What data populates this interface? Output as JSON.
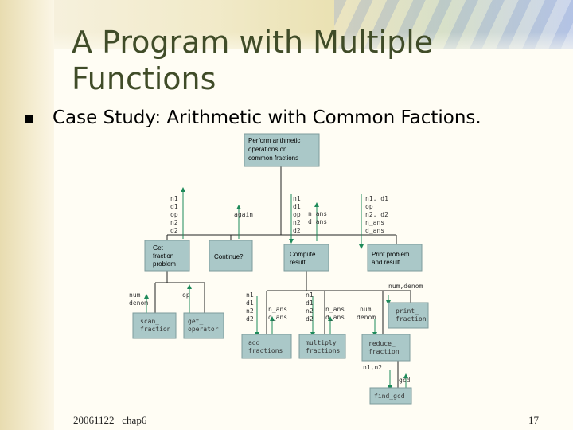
{
  "slide": {
    "title": "A Program with Multiple Functions",
    "bullet": "Case Study: Arithmetic with Common Factions.",
    "footer_date": "20061122",
    "footer_chap": "chap6",
    "page_number": "17"
  },
  "diagram": {
    "nodes": {
      "root": [
        "Perform arithmetic",
        "operations on",
        "common fractions"
      ],
      "get_fraction": [
        "Get",
        "fraction",
        "problem"
      ],
      "continue": [
        "Continue?"
      ],
      "compute": [
        "Compute",
        "result"
      ],
      "print_problem": [
        "Print problem",
        "and result"
      ],
      "scan_fraction": [
        "scan_",
        "fraction"
      ],
      "get_operator": [
        "get_",
        "operator"
      ],
      "add_fractions": [
        "add_",
        "fractions"
      ],
      "multiply_fractions": [
        "multiply_",
        "fractions"
      ],
      "reduce_fraction": [
        "reduce_",
        "fraction"
      ],
      "print_fraction": [
        "print_",
        "fraction"
      ],
      "find_gcd": [
        "find_gcd"
      ]
    },
    "labels": {
      "get_fraction_out": [
        "n1",
        "d1",
        "op",
        "n2",
        "d2"
      ],
      "continue_out": [
        "again"
      ],
      "compute_in": [
        "n1",
        "d1",
        "op",
        "n2",
        "d2"
      ],
      "compute_out": [
        "n_ans",
        "d_ans"
      ],
      "print_in": [
        "n1, d1",
        "op",
        "n2, d2",
        "n_ans",
        "d_ans"
      ],
      "scan_out": [
        "num",
        "denom"
      ],
      "op_out": [
        "op"
      ],
      "add_in": [
        "n1",
        "d1",
        "n2",
        "d2"
      ],
      "add_out": [
        "n_ans",
        "d_ans"
      ],
      "mult_in": [
        "n1",
        "d1",
        "n2",
        "d2"
      ],
      "mult_out": [
        "n_ans",
        "d_ans"
      ],
      "reduce_in": [
        "num",
        "denom"
      ],
      "print_frac_in": [
        "num,denom"
      ],
      "gcd_in": [
        "n1,n2"
      ],
      "gcd_out": [
        "gcd"
      ]
    }
  }
}
